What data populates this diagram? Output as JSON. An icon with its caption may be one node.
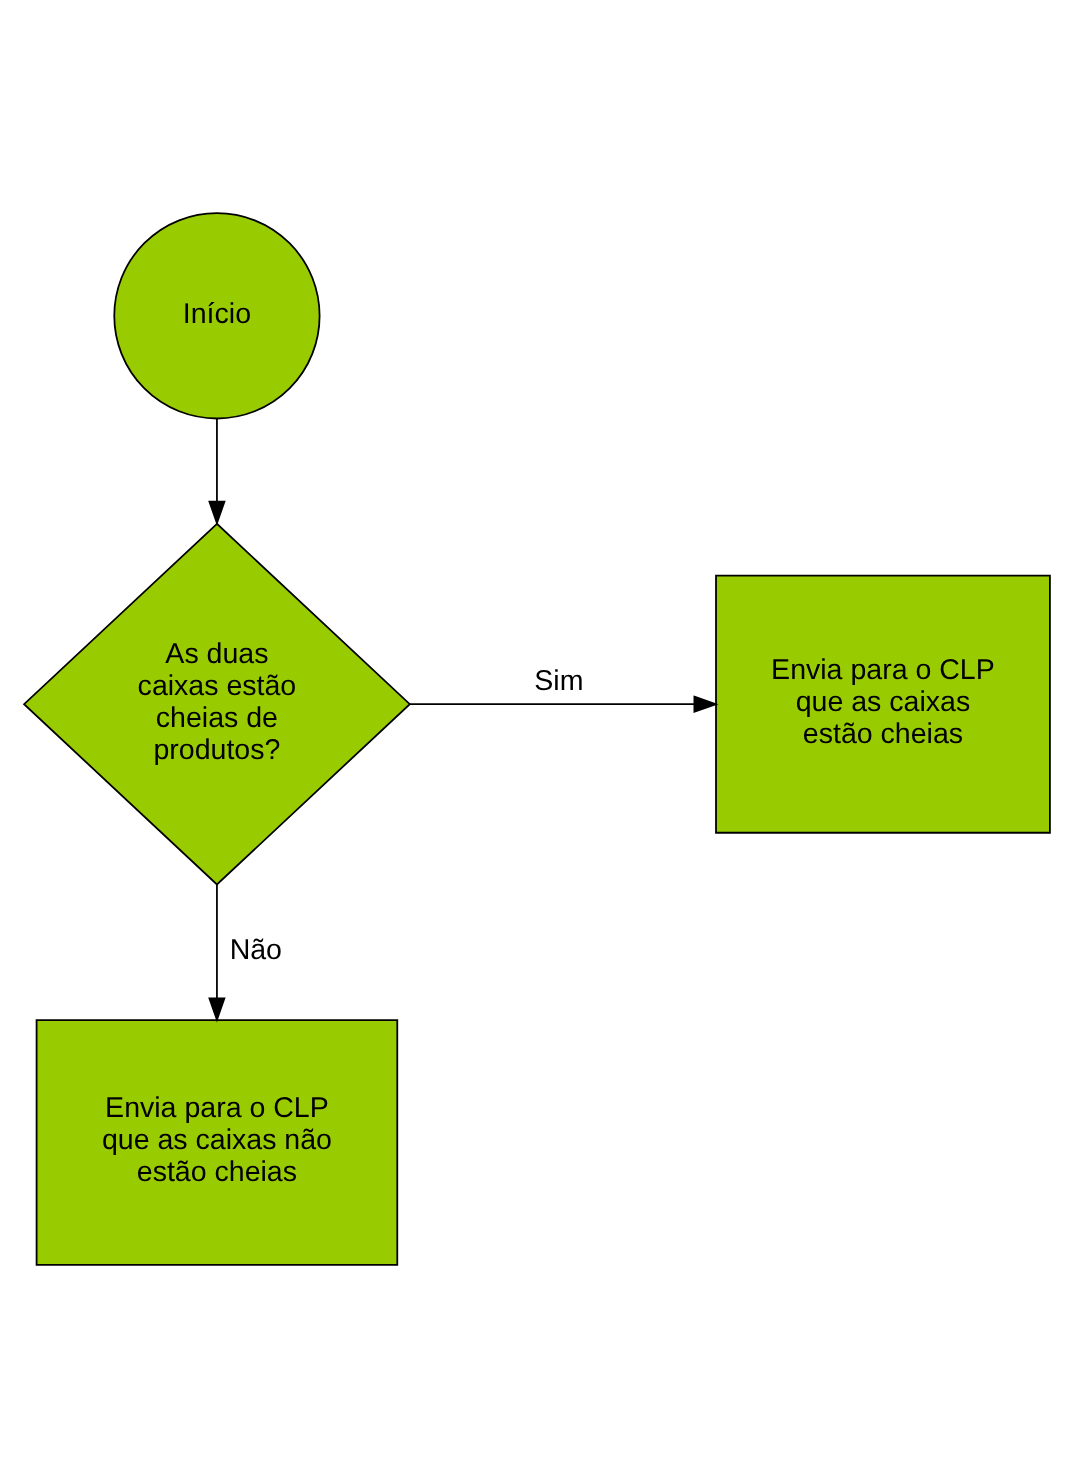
{
  "diagram": {
    "nodes": [
      {
        "text": [
          "Início"
        ]
      },
      {
        "text": [
          "As duas caixas estão cheias de produtos?"
        ]
      },
      {
        "text": [
          "Envia para o CLP que as caixas estão cheias"
        ]
      },
      {
        "text": [
          "Envia para o CLP que as caixas não estão cheias"
        ]
      }
    ],
    "edges": [
      {
        "from": 0,
        "to": 1,
        "arrow": "to"
      },
      {
        "from": 1,
        "to": 2,
        "arrow": "to",
        "label": "Sim"
      },
      {
        "from": 1,
        "to": 3,
        "arrow": "to",
        "label": "Não"
      }
    ]
  }
}
